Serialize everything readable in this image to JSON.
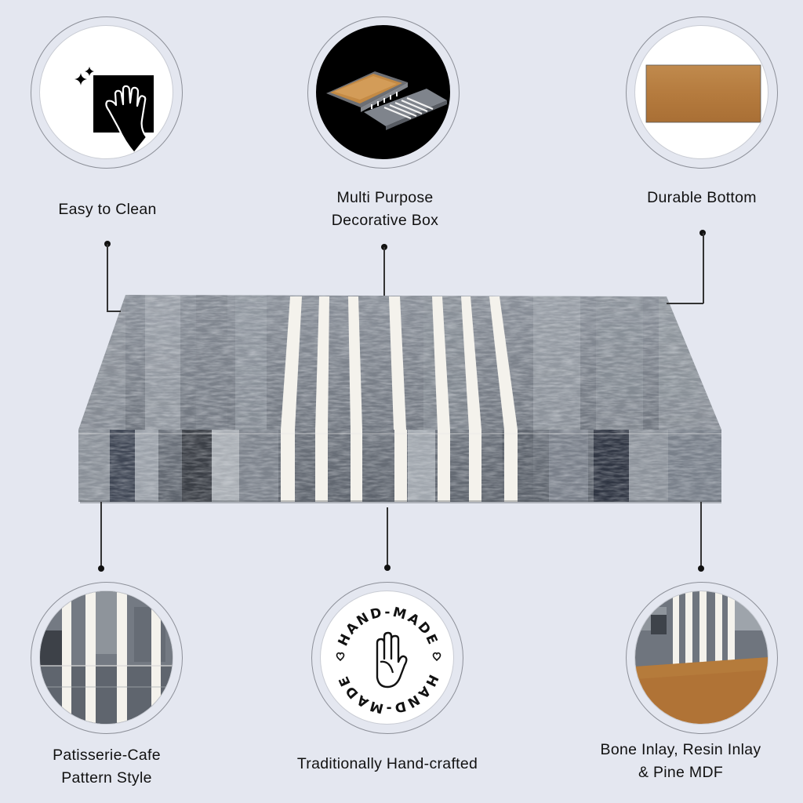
{
  "colors": {
    "background": "#e4e7f0",
    "ring_border": "#8d9099",
    "disc_fill": "#ffffff",
    "text": "#111111",
    "wood": "#b9834a",
    "stone_gray": "#7d838c",
    "inlay_white": "#f3f1ea"
  },
  "product": {
    "name": "Bone inlay striped decorative box",
    "pattern": "gray bone tiles with white resin stripes"
  },
  "features": [
    {
      "id": "easy-clean",
      "label_lines": [
        "Easy to Clean"
      ],
      "icon": "cloth-wipe-hand-icon"
    },
    {
      "id": "multi-purpose",
      "label_lines": [
        "Multi Purpose",
        "Decorative Box"
      ],
      "icon": "open-box-photo"
    },
    {
      "id": "durable-bottom",
      "label_lines": [
        "Durable Bottom"
      ],
      "icon": "wood-bottom-photo"
    },
    {
      "id": "pattern-style",
      "label_lines": [
        "Patisserie-Cafe",
        "Pattern Style"
      ],
      "icon": "stripe-pattern-closeup"
    },
    {
      "id": "hand-crafted",
      "label_lines": [
        "Traditionally Hand-crafted"
      ],
      "icon": "hand-made-badge-icon",
      "badge_text": "HAND-MADE"
    },
    {
      "id": "materials",
      "label_lines": [
        "Bone Inlay, Resin Inlay",
        "& Pine MDF"
      ],
      "icon": "material-closeup"
    }
  ]
}
